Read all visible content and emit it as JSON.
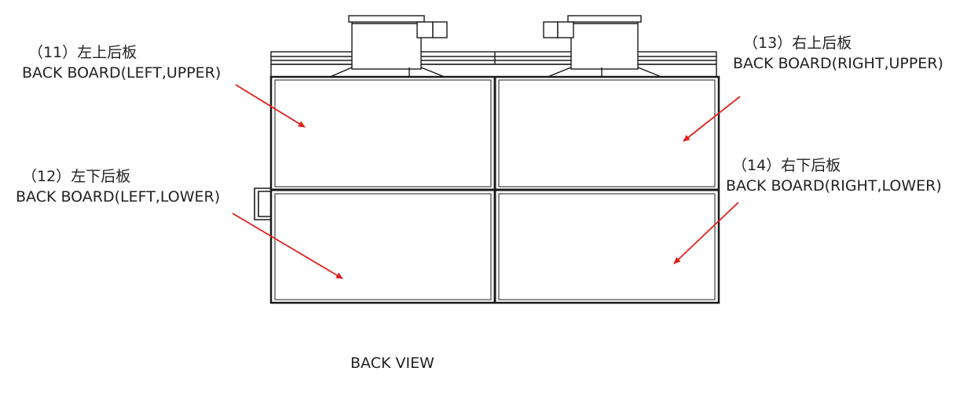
{
  "panels": [
    {
      "number": "（11）",
      "name_cn": "左上后板",
      "name_en": "BACK BOARD(LEFT,UPPER)"
    },
    {
      "number": "（12）",
      "name_cn": "左下后板",
      "name_en": "BACK BOARD(LEFT,LOWER)"
    },
    {
      "number": "（13）",
      "name_cn": "右上后板",
      "name_en": "BACK BOARD(RIGHT,UPPER)"
    },
    {
      "number": "（14）",
      "name_cn": "右下后板",
      "name_en": "BACK BOARD(RIGHT,LOWER)"
    }
  ],
  "view_title": "BACK VIEW",
  "colors": {
    "arrow": "#e0201c",
    "line": "#1a1a1a"
  }
}
